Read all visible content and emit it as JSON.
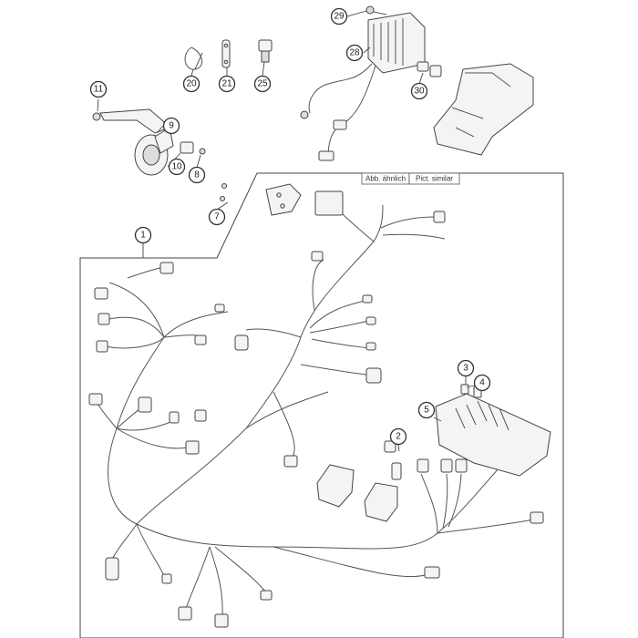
{
  "note": {
    "german": "Abb. ähnlich",
    "english": "Pict. similar"
  },
  "callouts": [
    {
      "id": "1",
      "label": "1"
    },
    {
      "id": "2",
      "label": "2"
    },
    {
      "id": "3",
      "label": "3"
    },
    {
      "id": "4",
      "label": "4"
    },
    {
      "id": "5",
      "label": "5"
    },
    {
      "id": "7",
      "label": "7"
    },
    {
      "id": "8",
      "label": "8"
    },
    {
      "id": "9",
      "label": "9"
    },
    {
      "id": "10",
      "label": "10"
    },
    {
      "id": "11",
      "label": "11"
    },
    {
      "id": "20",
      "label": "20"
    },
    {
      "id": "21",
      "label": "21"
    },
    {
      "id": "25",
      "label": "25"
    },
    {
      "id": "28",
      "label": "28"
    },
    {
      "id": "29",
      "label": "29"
    },
    {
      "id": "30",
      "label": "30"
    }
  ]
}
